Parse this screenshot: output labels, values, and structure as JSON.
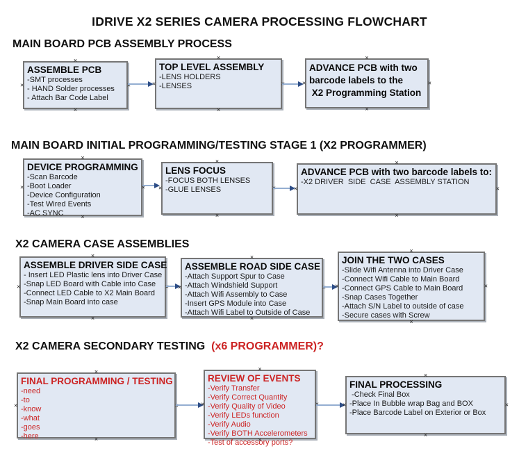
{
  "glyphs": {
    "handle": "×"
  },
  "title": "IDRIVE X2  SERIES CAMERA PROCESSING FLOWCHART",
  "colors": {
    "box_fill": "#e1e8f3",
    "box_border": "#757575",
    "red_text": "#cc2424",
    "arrow_line": "#94aed1",
    "arrow_head": "#2d4d86",
    "title_text": "#111111"
  },
  "sections": [
    {
      "header": "MAIN BOARD PCB ASSEMBLY PROCESS",
      "boxes": [
        {
          "title": "ASSEMBLE PCB",
          "items": [
            "-SMT processes",
            "- HAND Solder processes",
            "- Attach Bar Code Label"
          ]
        },
        {
          "title": "TOP LEVEL ASSEMBLY",
          "items": [
            "-LENS HOLDERS",
            "-LENSES"
          ]
        },
        {
          "lines": [
            "ADVANCE PCB with two",
            "barcode labels to the",
            " X2 Programming Station"
          ]
        }
      ]
    },
    {
      "header": "MAIN BOARD INITIAL PROGRAMMING/TESTING STAGE 1 (X2 PROGRAMMER)",
      "boxes": [
        {
          "title": "DEVICE PROGRAMMING",
          "items": [
            "-Scan Barcode",
            "-Boot Loader",
            "-Device Configuration",
            "-Test Wired Events",
            "-AC SYNC"
          ]
        },
        {
          "title": "LENS FOCUS",
          "items": [
            "-FOCUS BOTH LENSES",
            "-GLUE LENSES"
          ]
        },
        {
          "title": "ADVANCE PCB with two barcode labels to:",
          "items": [
            "-X2 DRIVER  SIDE  CASE  ASSEMBLY STATION"
          ]
        }
      ]
    },
    {
      "header": "X2 CAMERA CASE ASSEMBLIES",
      "boxes": [
        {
          "title": "ASSEMBLE DRIVER SIDE CASE",
          "items": [
            "- Insert LED Plastic lens into Driver Case",
            "-Snap LED Board with Cable into Case",
            "-Connect LED Cable to X2 Main Board",
            "-Snap Main Board into case"
          ]
        },
        {
          "title": "ASSEMBLE ROAD SIDE CASE",
          "items": [
            "-Attach Support Spur to Case",
            "-Attach Windshield Support",
            "-Attach Wifi Assembly to Case",
            "-Insert GPS Module into Case",
            "-Attach Wifi Label to Outside of Case"
          ]
        },
        {
          "title": "JOIN THE TWO CASES",
          "items": [
            "-Slide Wifi Antenna into Driver Case",
            "-Connect Wifi Cable to Main Board",
            "-Connect GPS Cable to Main Board",
            "-Snap Cases Together",
            "-Attach S/N Label to outside of case",
            "-Secure cases with Screw"
          ]
        }
      ]
    },
    {
      "header": "X2 CAMERA SECONDARY TESTING  ",
      "header_red": "(x6 PROGRAMMER)?",
      "boxes": [
        {
          "title": "FINAL PROGRAMMING / TESTING",
          "items": [
            "-need",
            "-to",
            "-know",
            "-what",
            "-goes",
            "-here"
          ]
        },
        {
          "title": "REVIEW OF EVENTS",
          "items": [
            "-Verify Transfer",
            "-Verify Correct Quantity",
            "-Verify Quality of Video",
            "-Verify LEDs function",
            "-Verify Audio",
            "-Verify BOTH Accelerometers",
            "-Test of accessory ports?"
          ]
        },
        {
          "title": "FINAL PROCESSING",
          "items": [
            " -Check Final Box",
            "-Place In Bubble wrap Bag and BOX",
            "-Place Barcode Label on Exterior or Box"
          ]
        }
      ]
    }
  ]
}
